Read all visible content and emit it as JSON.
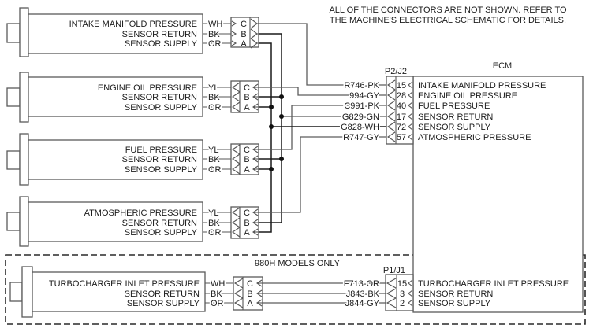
{
  "note": {
    "line1": "ALL OF THE CONNECTORS ARE NOT SHOWN. REFER TO",
    "line2": "THE MACHINE'S ELECTRICAL SCHEMATIC FOR DETAILS."
  },
  "ecm": {
    "title": "ECM",
    "connectors": [
      {
        "id": "P2/J2",
        "pins": [
          {
            "pin": "15",
            "wire": "R746-PK",
            "function": "INTAKE MANIFOLD PRESSURE"
          },
          {
            "pin": "28",
            "wire": "994-GY",
            "function": "ENGINE OIL PRESSURE"
          },
          {
            "pin": "40",
            "wire": "C991-PK",
            "function": "FUEL PRESSURE"
          },
          {
            "pin": "17",
            "wire": "G829-GN",
            "function": "SENSOR RETURN"
          },
          {
            "pin": "72",
            "wire": "G828-WH",
            "function": "SENSOR SUPPLY"
          },
          {
            "pin": "57",
            "wire": "R747-GY",
            "function": "ATMOSPHERIC PRESSURE"
          }
        ]
      },
      {
        "id": "P1/J1",
        "pins": [
          {
            "pin": "15",
            "wire": "F713-OR",
            "function": "TURBOCHARGER INLET PRESSURE"
          },
          {
            "pin": "3",
            "wire": "J843-BK",
            "function": "SENSOR RETURN"
          },
          {
            "pin": "2",
            "wire": "J844-GY",
            "function": "SENSOR SUPPLY"
          }
        ]
      }
    ]
  },
  "sensors": [
    {
      "pins": [
        {
          "pin": "C",
          "color": "WH",
          "label": "INTAKE MANIFOLD PRESSURE"
        },
        {
          "pin": "B",
          "color": "BK",
          "label": "SENSOR RETURN"
        },
        {
          "pin": "A",
          "color": "OR",
          "label": "SENSOR SUPPLY"
        }
      ]
    },
    {
      "pins": [
        {
          "pin": "C",
          "color": "YL",
          "label": "ENGINE OIL PRESSURE"
        },
        {
          "pin": "B",
          "color": "BK",
          "label": "SENSOR RETURN"
        },
        {
          "pin": "A",
          "color": "OR",
          "label": "SENSOR SUPPLY"
        }
      ]
    },
    {
      "pins": [
        {
          "pin": "C",
          "color": "YL",
          "label": "FUEL PRESSURE"
        },
        {
          "pin": "B",
          "color": "BK",
          "label": "SENSOR RETURN"
        },
        {
          "pin": "A",
          "color": "OR",
          "label": "SENSOR SUPPLY"
        }
      ]
    },
    {
      "pins": [
        {
          "pin": "C",
          "color": "YL",
          "label": "ATMOSPHERIC PRESSURE"
        },
        {
          "pin": "B",
          "color": "BK",
          "label": "SENSOR RETURN"
        },
        {
          "pin": "A",
          "color": "OR",
          "label": "SENSOR SUPPLY"
        }
      ]
    },
    {
      "pins": [
        {
          "pin": "C",
          "color": "WH",
          "label": "TURBOCHARGER INLET PRESSURE"
        },
        {
          "pin": "B",
          "color": "BK",
          "label": "SENSOR RETURN"
        },
        {
          "pin": "A",
          "color": "OR",
          "label": "SENSOR SUPPLY"
        }
      ]
    }
  ],
  "optional_group": {
    "label": "980H MODELS ONLY"
  }
}
